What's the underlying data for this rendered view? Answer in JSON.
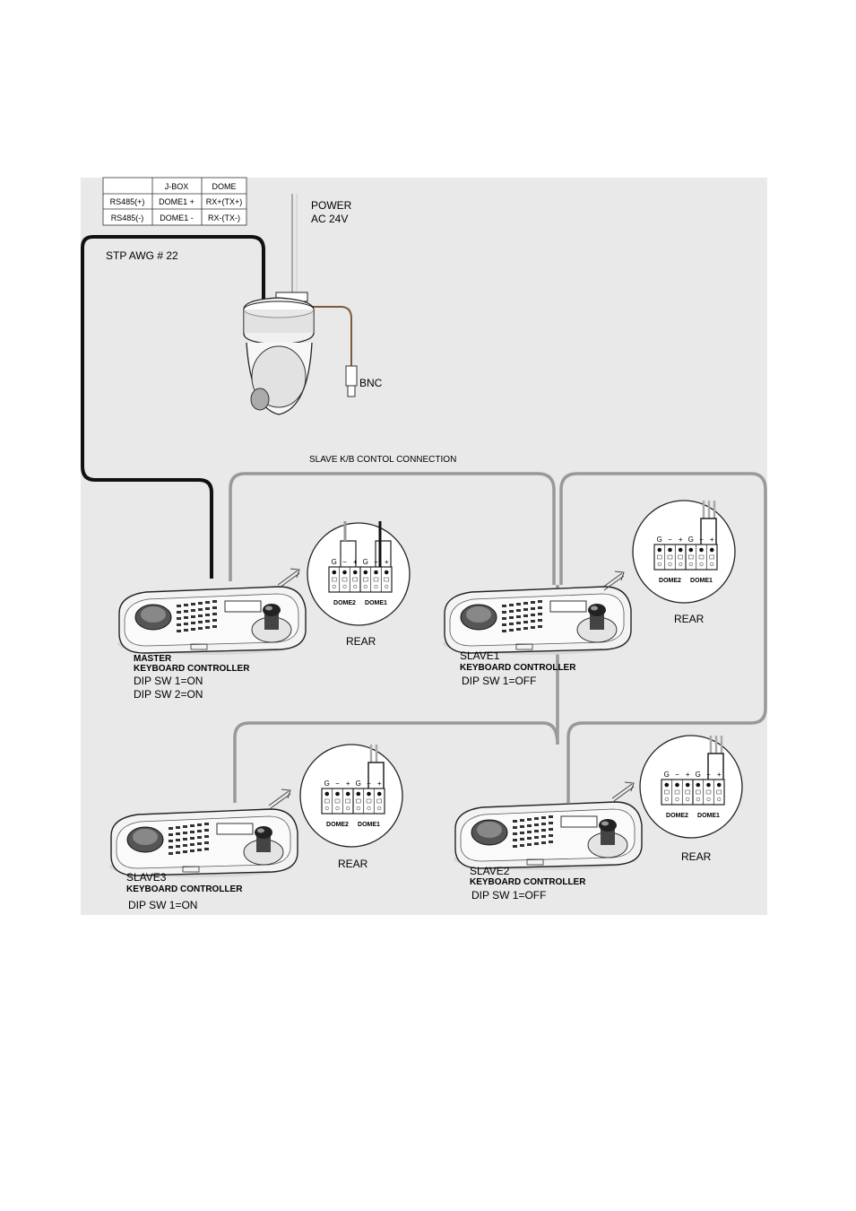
{
  "table": {
    "headers": [
      "",
      "J-BOX",
      "DOME"
    ],
    "rows": [
      [
        "RS485(+)",
        "DOME1 +",
        "RX+(TX+)"
      ],
      [
        "RS485(-)",
        "DOME1 -",
        "RX-(TX-)"
      ]
    ]
  },
  "labels": {
    "power_line1": "POWER",
    "power_line2": "AC 24V",
    "bnc": "BNC",
    "cable": "STP AWG # 22",
    "slave_connection": "SLAVE K/B CONTOL CONNECTION"
  },
  "terminal": {
    "pins": [
      "G",
      "−",
      "+",
      "G",
      "−",
      "+"
    ],
    "group_dome2": "DOME2",
    "group_dome1": "DOME1",
    "rear": "REAR"
  },
  "controllers": {
    "master": {
      "name": "MASTER",
      "type": "KEYBOARD CONTROLLER",
      "dip1": "DIP SW 1=ON",
      "dip2": "DIP SW 2=ON"
    },
    "slave1": {
      "name": "SLAVE1",
      "type": "KEYBOARD CONTROLLER",
      "dip1": "DIP SW 1=OFF"
    },
    "slave2": {
      "name": "SLAVE2",
      "type": "KEYBOARD CONTROLLER",
      "dip1": "DIP SW 1=OFF"
    },
    "slave3": {
      "name": "SLAVE3",
      "type": "KEYBOARD CONTROLLER",
      "dip1": "DIP SW 1=ON"
    }
  },
  "colors": {
    "panel_bg": "#e9e9e9",
    "grey_cable": "#9a9a9a",
    "black_cable": "#111111",
    "brown_cable": "#7a5a3a"
  }
}
